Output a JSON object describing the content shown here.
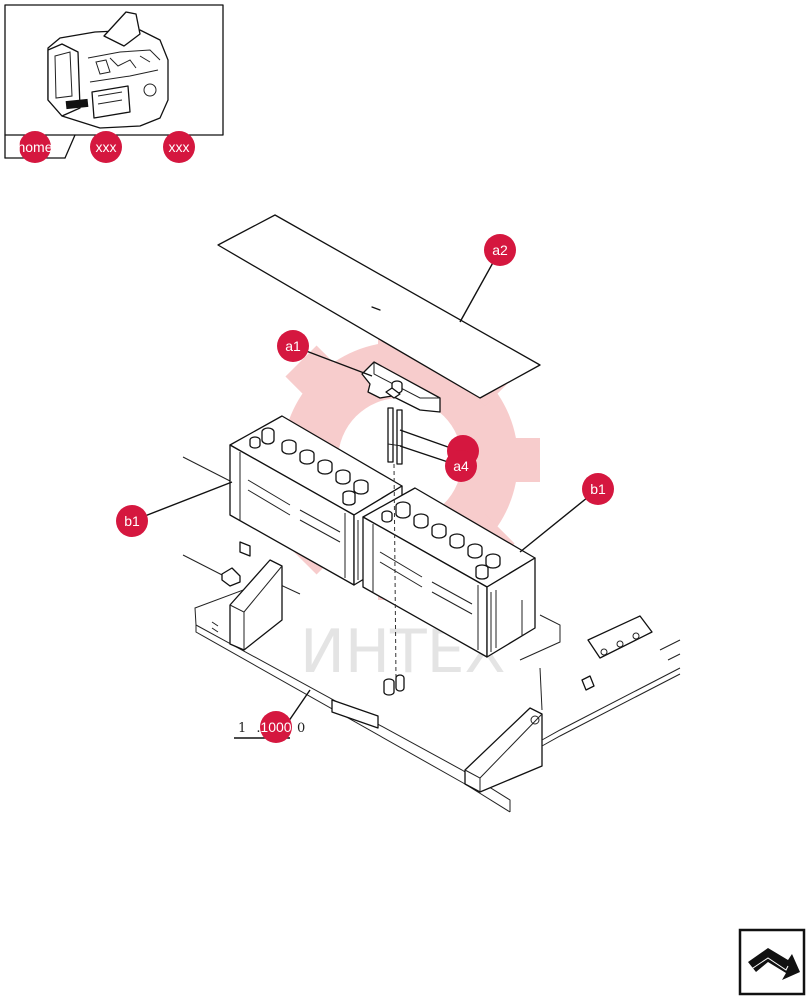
{
  "nav": {
    "home_label": "home",
    "prev_label": "xxx",
    "next_label": "xxx"
  },
  "callouts": {
    "a1": "a1",
    "a2": "a2",
    "a3": "",
    "a4": "a4",
    "b1_left": "b1",
    "b1_right": "b1"
  },
  "reference": {
    "prefix": "1 . ",
    "hidden": "1000",
    "suffix": " 0"
  },
  "watermark": {
    "text": "ИНТЕХ"
  },
  "colors": {
    "callout": "#d5173f",
    "watermark_gear": "#f6c4c4",
    "watermark_text": "#e4e4e4"
  },
  "icons": {
    "return_button": "return-arrow-icon"
  }
}
